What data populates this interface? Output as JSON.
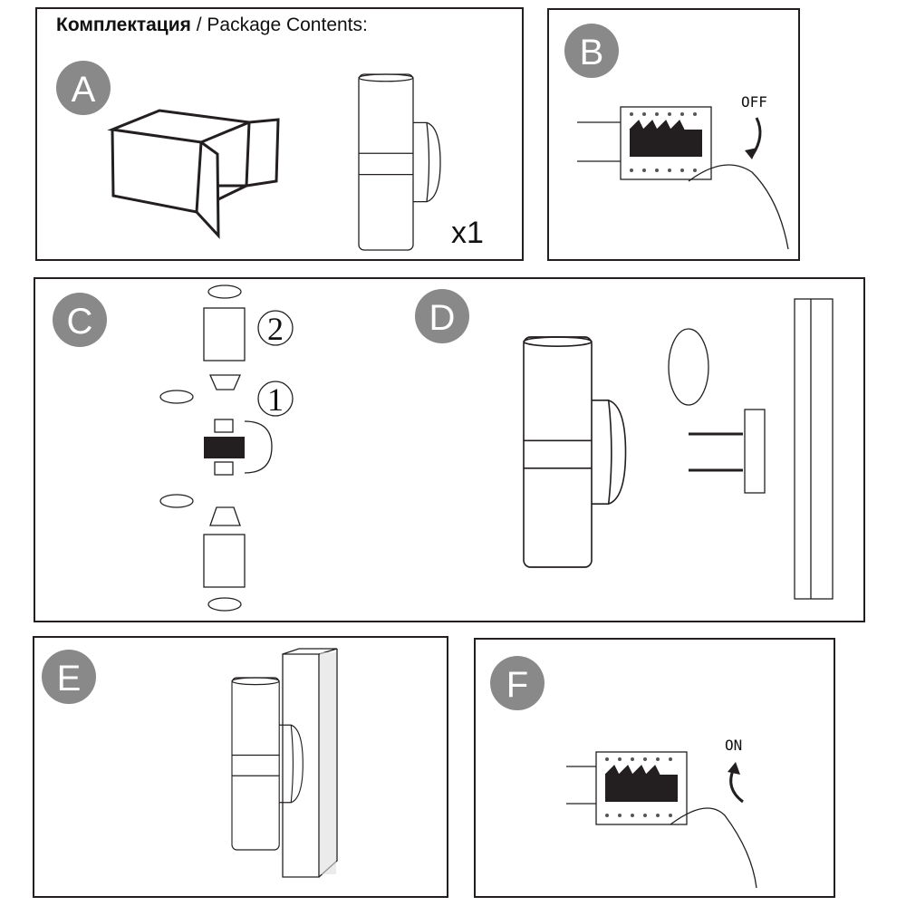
{
  "header": {
    "title_ru": "Комплектация",
    "title_sep": " / ",
    "title_en": "Package Contents:"
  },
  "steps": [
    {
      "badge": "A",
      "quantity": "x1"
    },
    {
      "badge": "B",
      "switch_label": "OFF"
    },
    {
      "badge": "C",
      "order_labels": [
        "2",
        "1"
      ]
    },
    {
      "badge": "D"
    },
    {
      "badge": "E"
    },
    {
      "badge": "F",
      "switch_label": "ON"
    }
  ],
  "colors": {
    "badge": "#898989",
    "line": "#231f20"
  }
}
